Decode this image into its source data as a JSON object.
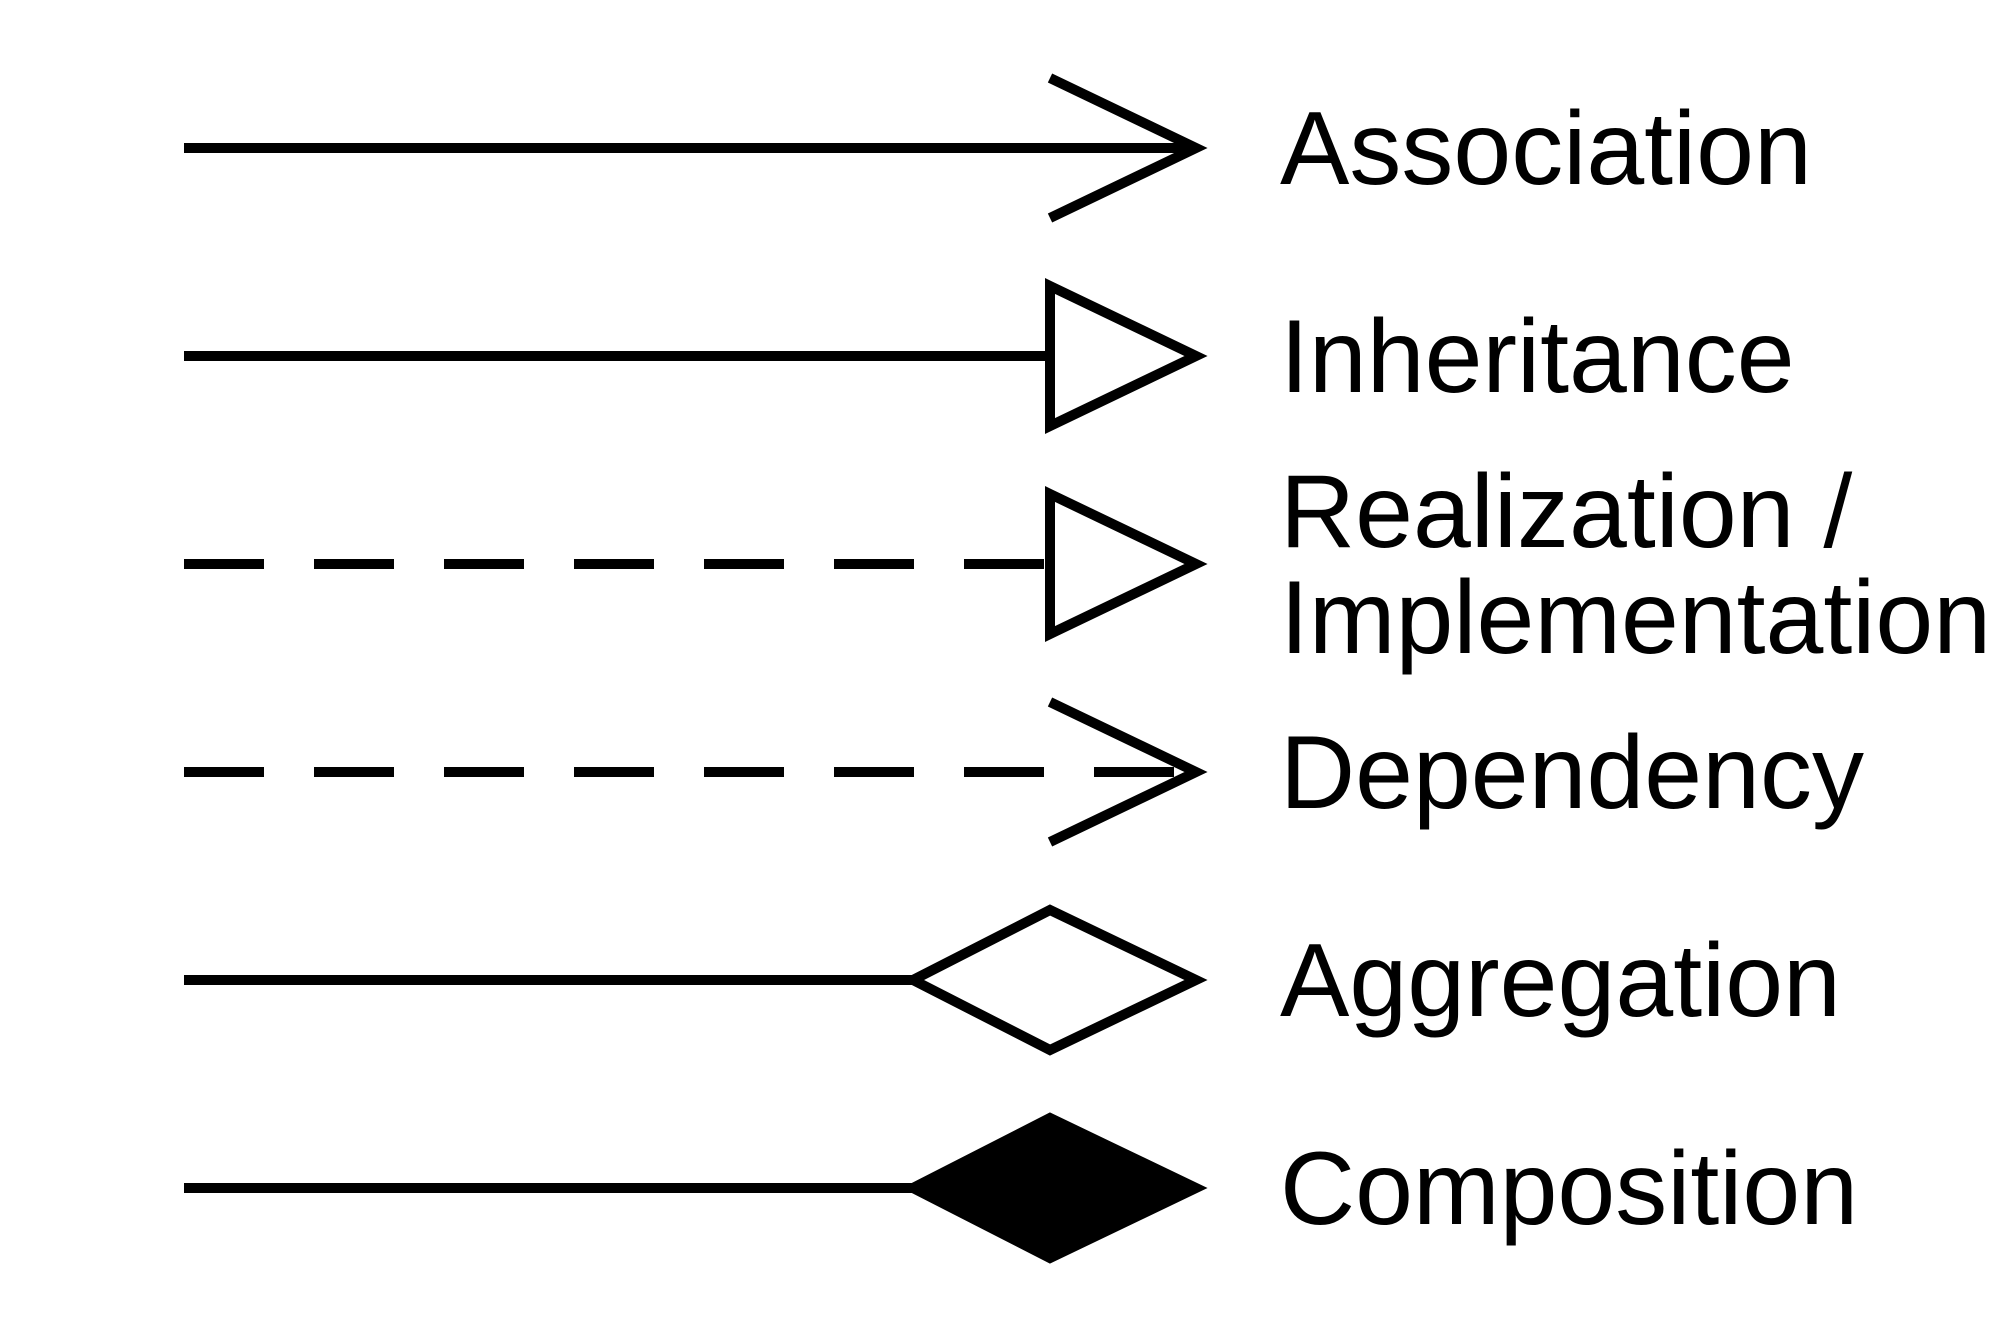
{
  "colors": {
    "background": "#ffffff",
    "stroke": "#000000",
    "fill_solid": "#000000",
    "fill_hollow": "#ffffff"
  },
  "relations": [
    {
      "label": [
        "Association"
      ],
      "line_style": "solid",
      "head": "open-arrow-icon"
    },
    {
      "label": [
        "Inheritance"
      ],
      "line_style": "solid",
      "head": "hollow-triangle-icon"
    },
    {
      "label": [
        "Realization /",
        "Implementation"
      ],
      "line_style": "dashed",
      "head": "hollow-triangle-icon"
    },
    {
      "label": [
        "Dependency"
      ],
      "line_style": "dashed",
      "head": "open-arrow-icon"
    },
    {
      "label": [
        "Aggregation"
      ],
      "line_style": "solid",
      "head": "hollow-diamond-icon"
    },
    {
      "label": [
        "Composition"
      ],
      "line_style": "solid",
      "head": "filled-diamond-icon"
    }
  ]
}
